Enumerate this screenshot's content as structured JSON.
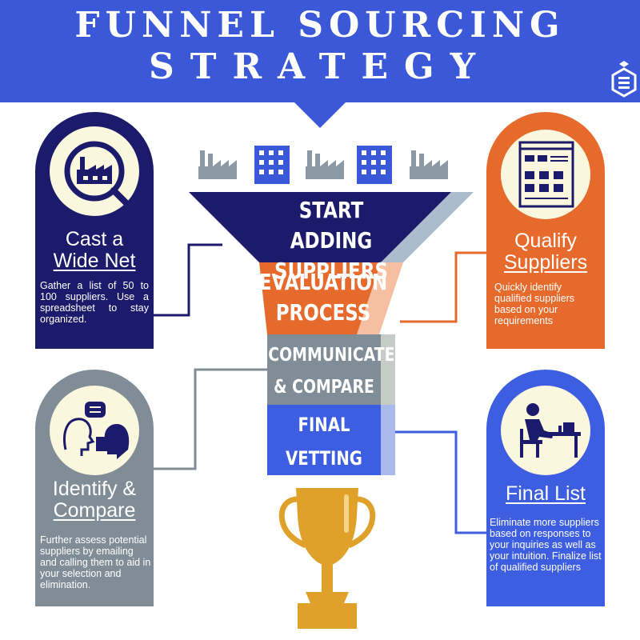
{
  "title": {
    "line1": "Funnel Sourcing",
    "line2": "Strategy"
  },
  "colors": {
    "header": "#3a58d8",
    "navy": "#1c1b6b",
    "orange": "#e66a2c",
    "gray": "#808d96",
    "blue": "#3d5ee0",
    "cream": "#fbf6de",
    "trophy": "#e0a12a"
  },
  "icons": [
    "company-logo-icon",
    "factory-search-icon",
    "spreadsheet-icon",
    "conversation-icon",
    "person-at-desk-icon",
    "trophy-icon",
    "factory-icon",
    "office-building-icon"
  ],
  "funnel": {
    "stage1": {
      "line1": "START ADDING",
      "line2": "SUPPLIERS"
    },
    "stage2": {
      "line1": "EVALUATION",
      "line2": "PROCESS"
    },
    "stage3": {
      "line1": "COMMUNICATE",
      "line2": "& COMPARE"
    },
    "stage4": {
      "line1": "FINAL",
      "line2": "VETTING"
    }
  },
  "cards": {
    "cast": {
      "heading1": "Cast a",
      "heading2": "Wide Net",
      "body": "Gather a list of 50 to 100 suppliers. Use a spreadsheet to stay organized."
    },
    "qualify": {
      "heading1": "Qualify",
      "heading2": "Suppliers",
      "body": "Quickly identify qualified suppliers based on your requirements"
    },
    "identify": {
      "heading1": "Identify &",
      "heading2": "Compare",
      "body": "Further assess potential suppliers by emailing and calling them to aid in your selection and elimination."
    },
    "final": {
      "heading1": "Final List",
      "body": "Eliminate more suppliers based on responses to your inquiries as well as your intuition. Finalize list of qualified suppliers"
    }
  }
}
